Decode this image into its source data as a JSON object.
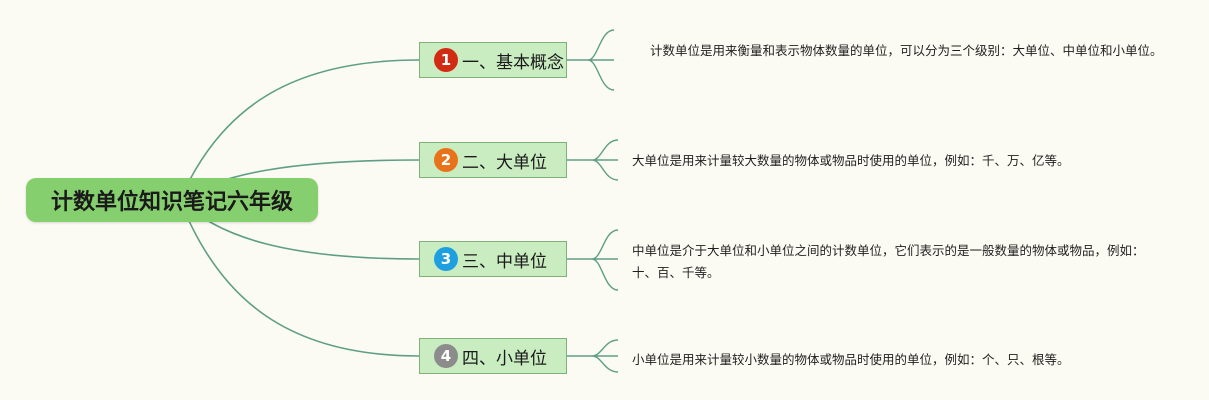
{
  "root": {
    "label": "计数单位知识笔记六年级"
  },
  "branches": [
    {
      "number": "1",
      "label": "一、基本概念",
      "badge_color": "#d22b14",
      "detail": "计数单位是用来衡量和表示物体数量的单位，可以分为三个级别：大单位、中单位和小单位。"
    },
    {
      "number": "2",
      "label": "二、大单位",
      "badge_color": "#e8731b",
      "detail": "大单位是用来计量较大数量的物体或物品时使用的单位，例如：千、万、亿等。"
    },
    {
      "number": "3",
      "label": "三、中单位",
      "badge_color": "#1e9fe0",
      "detail": "中单位是介于大单位和小单位之间的计数单位，它们表示的是一般数量的物体或物品，例如：十、百、千等。"
    },
    {
      "number": "4",
      "label": "四、小单位",
      "badge_color": "#8c8c8c",
      "detail": "小单位是用来计量较小数量的物体或物品时使用的单位，例如：个、只、根等。"
    }
  ],
  "colors": {
    "connector": "#5e9e86",
    "root_fill": "#86cf6e",
    "branch_fill": "#c9ecc1",
    "background": "#fcfbf3"
  }
}
